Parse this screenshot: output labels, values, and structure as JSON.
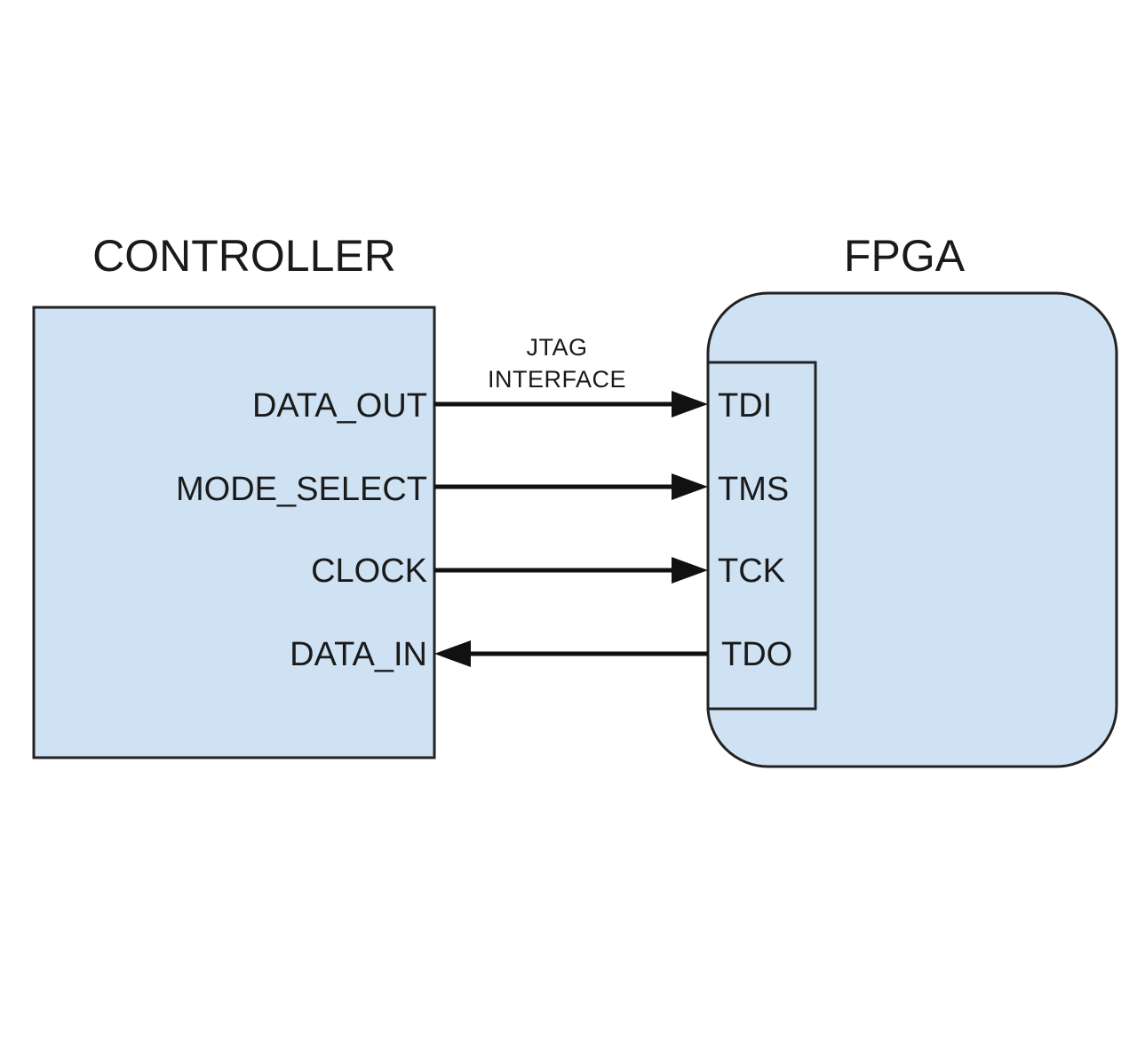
{
  "controller": {
    "title": "CONTROLLER",
    "signals": [
      "DATA_OUT",
      "MODE_SELECT",
      "CLOCK",
      "DATA_IN"
    ]
  },
  "fpga": {
    "title": "FPGA",
    "pins": [
      "TDI",
      "TMS",
      "TCK",
      "TDO"
    ]
  },
  "interface": {
    "line1": "JTAG",
    "line2": "INTERFACE"
  },
  "connections": [
    {
      "from": "DATA_OUT",
      "to": "TDI",
      "direction": "controller-to-fpga"
    },
    {
      "from": "MODE_SELECT",
      "to": "TMS",
      "direction": "controller-to-fpga"
    },
    {
      "from": "CLOCK",
      "to": "TCK",
      "direction": "controller-to-fpga"
    },
    {
      "from": "DATA_IN",
      "to": "TDO",
      "direction": "fpga-to-controller"
    }
  ],
  "colors": {
    "block_fill": "#cfe2f3",
    "outline": "#222222",
    "wire": "#111111"
  }
}
